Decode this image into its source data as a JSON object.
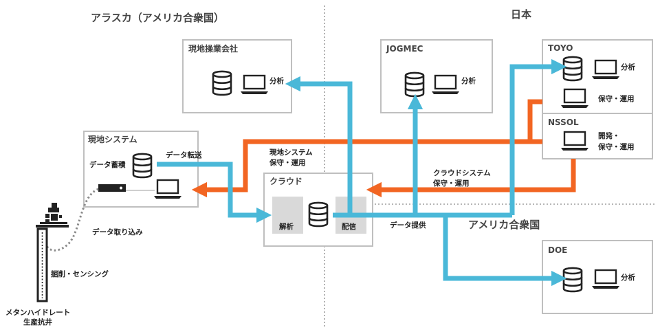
{
  "regions": {
    "alaska": "アラスカ（アメリカ合衆国）",
    "japan": "日本",
    "usa": "アメリカ合衆国"
  },
  "boxes": {
    "operator": {
      "title": "現地操業会社",
      "label": "分析"
    },
    "jogmec": {
      "title": "JOGMEC",
      "label": "分析"
    },
    "toyo": {
      "title": "TOYO",
      "label_analysis": "分析",
      "label_ops": "保守・運用"
    },
    "nssol": {
      "title": "NSSOL",
      "label_line1": "開発・",
      "label_line2": "保守・運用"
    },
    "local_system": {
      "title": "現地システム",
      "label": "データ蓄積"
    },
    "cloud": {
      "title": "クラウド",
      "left_label": "解析",
      "right_label": "配信"
    },
    "doe": {
      "title": "DOE",
      "label": "分析"
    }
  },
  "flows": {
    "data_transfer": "データ転送",
    "local_ops_line1": "現地システム",
    "local_ops_line2": "保守・運用",
    "cloud_ops_line1": "クラウドシステム",
    "cloud_ops_line2": "保守・運用",
    "data_provision": "データ提供",
    "data_capture": "データ取り込み",
    "drilling": "掘削・センシング"
  },
  "well": {
    "line1": "メタンハイドレート",
    "line2": "生産抗井"
  },
  "colors": {
    "blue": "#4ab8d8",
    "orange": "#f26522",
    "box_border": "#bfbfbf",
    "icon": "#222222",
    "panel": "#d9d9d9"
  }
}
